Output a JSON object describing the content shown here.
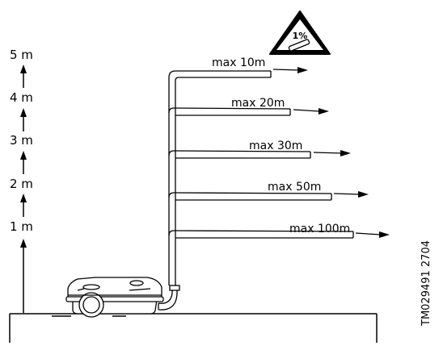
{
  "height_scale": {
    "labels": [
      "5 m",
      "4 m",
      "3 m",
      "2 m",
      "1 m"
    ]
  },
  "pipe_limits": [
    {
      "height": "5 m",
      "label": "max 10m"
    },
    {
      "height": "4 m",
      "label": "max 20m"
    },
    {
      "height": "3 m",
      "label": "max 30m"
    },
    {
      "height": "2 m",
      "label": "max 50m"
    },
    {
      "height": "1 m",
      "label": "max 100m"
    }
  ],
  "slope_warning": {
    "label": "1%",
    "icon": "slope-warning-triangle-icon"
  },
  "drawing_code": "TM029491 2704"
}
